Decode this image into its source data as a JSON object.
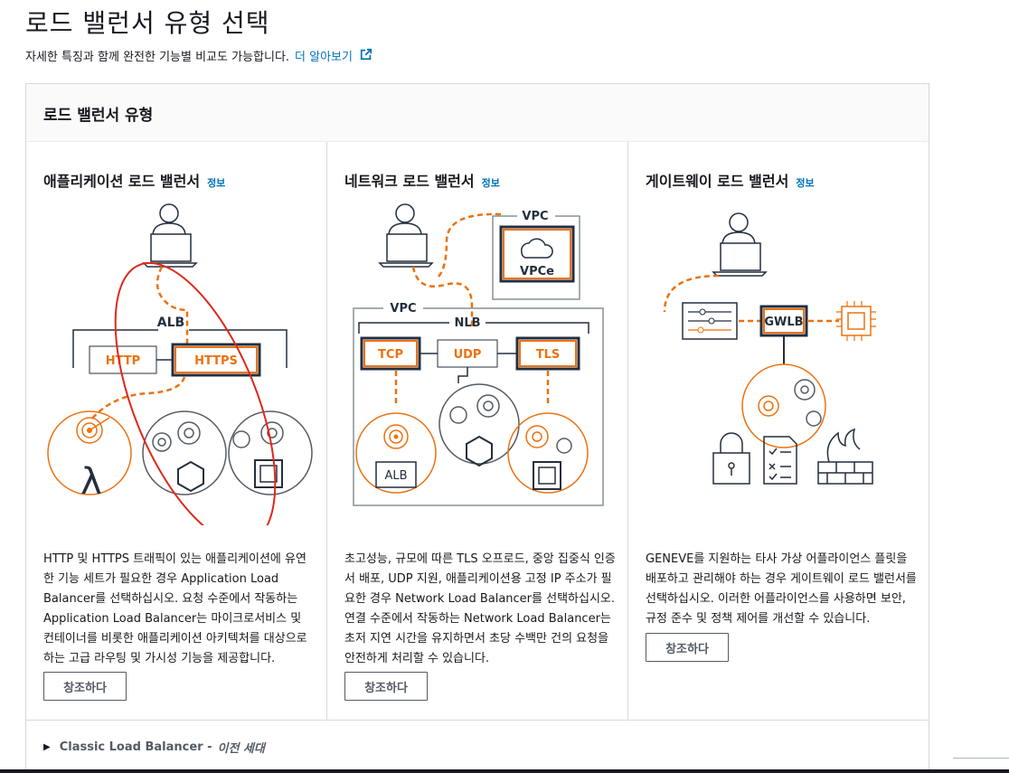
{
  "page": {
    "title": "로드 밸런서 유형 선택",
    "description": "자세한 특징과 함께 완전한 기능별 비교도 가능합니다.",
    "learn_more": "더 알아보기"
  },
  "section": {
    "header": "로드 밸런서 유형"
  },
  "cards": [
    {
      "title": "애플리케이션 로드 밸런서",
      "info": "정보",
      "description": "HTTP 및 HTTPS 트래픽이 있는 애플리케이션에 유연한 기능 세트가 필요한 경우 Application Load Balancer를 선택하십시오. 요청 수준에서 작동하는 Application Load Balancer는 마이크로서비스 및 컨테이너를 비롯한 애플리케이션 아키텍처를 대상으로 하는 고급 라우팅 및 가시성 기능을 제공합니다.",
      "button": "창조하다",
      "diagram": {
        "lb": "ALB",
        "proto1": "HTTP",
        "proto2": "HTTPS"
      }
    },
    {
      "title": "네트워크 로드 밸런서",
      "info": "정보",
      "description": "초고성능, 규모에 따른 TLS 오프로드, 중앙 집중식 인증서 배포, UDP 지원, 애플리케이션용 고정 IP 주소가 필요한 경우 Network Load Balancer를 선택하십시오. 연결 수준에서 작동하는 Network Load Balancer는 초저 지연 시간을 유지하면서 초당 수백만 건의 요청을 안전하게 처리할 수 있습니다.",
      "button": "창조하다",
      "diagram": {
        "vpc_top": "VPC",
        "vpce": "VPCe",
        "vpc": "VPC",
        "lb": "NLB",
        "proto1": "TCP",
        "proto2": "UDP",
        "proto3": "TLS",
        "target": "ALB"
      }
    },
    {
      "title": "게이트웨이 로드 밸런서",
      "info": "정보",
      "description": "GENEVE를 지원하는 타사 가상 어플라이언스 플릿을 배포하고 관리해야 하는 경우 게이트웨이 로드 밸런서를 선택하십시오. 이러한 어플라이언스를 사용하면 보안, 규정 준수 및 정책 제어를 개선할 수 있습니다.",
      "button": "창조하다",
      "diagram": {
        "lb": "GWLB"
      }
    }
  ],
  "classic": {
    "label": "Classic Load Balancer -",
    "legacy": "이전 세대"
  },
  "colors": {
    "accent_orange": "#ec7211",
    "link_blue": "#0073bb",
    "annotation_red": "#e0271b"
  }
}
